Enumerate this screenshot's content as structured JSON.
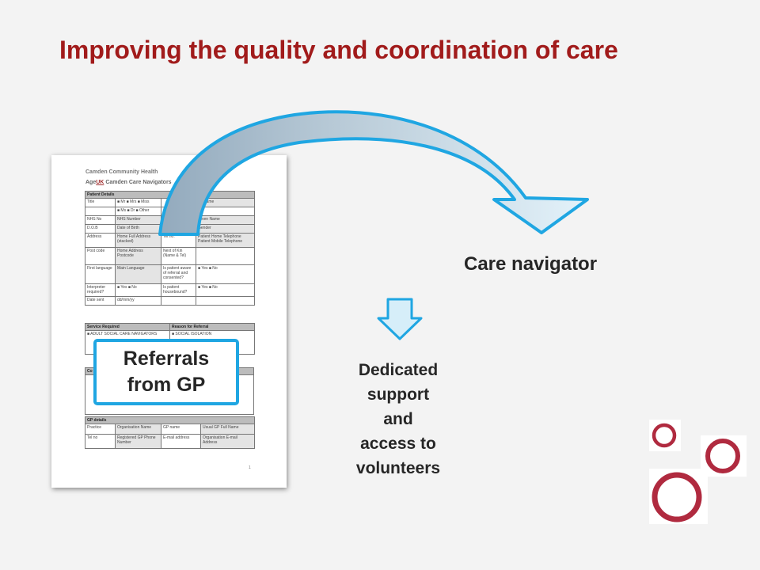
{
  "title": "Improving the quality and coordination of care",
  "referral_document": {
    "org_line": "Camden Community Health",
    "brand_prefix": "Age",
    "brand_suffix": "UK",
    "form_title_left": "Camden Care Navigators",
    "form_title_right": "m",
    "patient_details": {
      "heading": "Patient Details",
      "rows": [
        [
          "Title",
          "■ Mr ■ Mrs ■ Miss",
          "",
          "Surname"
        ],
        [
          "",
          "■ Ms ■ Dr ■ Other",
          "",
          ""
        ],
        [
          "NHS No",
          "NHS Number",
          "",
          "Given Name"
        ],
        [
          "D.O.B",
          "Date of Birth",
          "",
          "Gender"
        ],
        [
          "Address",
          "Home Full Address (stacked)",
          "Tel no.",
          "Patient Home Telephone Patient Mobile Telephone"
        ],
        [
          "Post code",
          "Home Address Postcode",
          "Next of Kin (Name & Tel)",
          ""
        ],
        [
          "First language",
          "Main Language",
          "Is patient aware of referral and consented?",
          "■ Yes ■ No"
        ],
        [
          "Interpreter required?",
          "■ Yes ■ No",
          "Is patient housebound?",
          "■ Yes ■ No"
        ],
        [
          "Date sent",
          "dd/mm/yy",
          "",
          ""
        ]
      ]
    },
    "service": {
      "heading_left": "Service Required",
      "heading_right": "Reason for Referral",
      "row_left": "■ ADULT SOCIAL CARE NAVIGATORS",
      "row_right": "■ SOCIAL ISOLATION"
    },
    "comments_heading": "Co",
    "gp_details": {
      "heading": "GP details",
      "rows": [
        [
          "Practice",
          "Organisation Name",
          "GP name",
          "Usual GP Full Name"
        ],
        [
          "Tel no",
          "Registered GP Phone Number",
          "E-mail address",
          "Organisation E-mail Address"
        ]
      ]
    },
    "page_number": "1"
  },
  "referrals_box": {
    "line1": "Referrals",
    "line2": "from GP"
  },
  "care_navigator_label": "Care navigator",
  "dedicated_support": [
    "Dedicated",
    "support",
    "and",
    "access to",
    "volunteers"
  ],
  "colors": {
    "title": "#a11b1b",
    "accent_blue": "#1fa6e2",
    "arrow_fill_dark": "#9fb6c8",
    "arrow_fill_light": "#d9eef8",
    "logo_circles": "#b02a3f",
    "background": "#f3f3f3"
  },
  "icons": [
    "curved-arrow-icon",
    "down-arrow-icon",
    "circles-decoration-icon"
  ]
}
